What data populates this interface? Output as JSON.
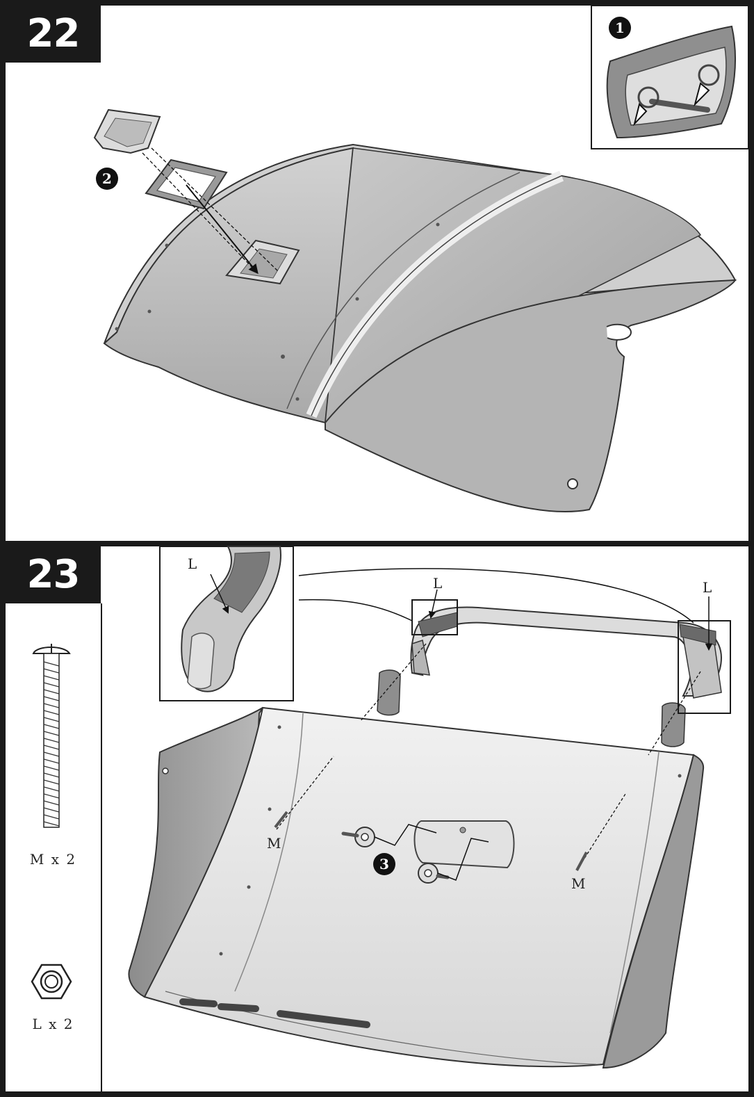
{
  "step22": {
    "number": "22",
    "inset_callout": "1",
    "main_callout": "2"
  },
  "step23": {
    "number": "23",
    "callout": "3",
    "label_L": "L",
    "label_M": "M",
    "parts": [
      {
        "name": "M",
        "quantity_text": "M x 2"
      },
      {
        "name": "L",
        "quantity_text": "L x 2"
      }
    ]
  }
}
